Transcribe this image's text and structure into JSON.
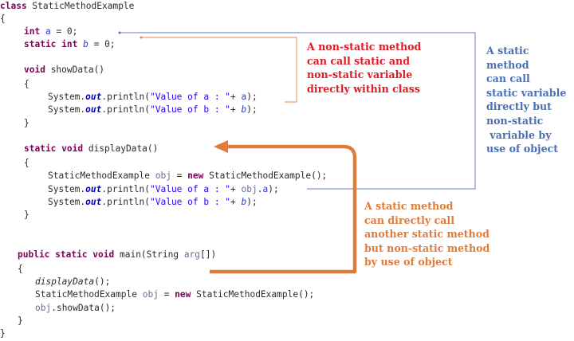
{
  "code": {
    "lines": [
      {
        "indent": "",
        "text": "class StaticMethodExample"
      },
      {
        "indent": "",
        "text": "{"
      },
      {
        "indent": "    ",
        "text": "int a = 0;"
      },
      {
        "indent": "    ",
        "text": "static int b = 0;"
      },
      {
        "indent": "",
        "text": ""
      },
      {
        "indent": "    ",
        "text": "void showData()"
      },
      {
        "indent": "    ",
        "text": "{"
      },
      {
        "indent": "        ",
        "text": "System.out.println(\"Value of a : \"+ a);"
      },
      {
        "indent": "        ",
        "text": "System.out.println(\"Value of b : \"+ b);"
      },
      {
        "indent": "    ",
        "text": "}"
      },
      {
        "indent": "",
        "text": ""
      },
      {
        "indent": "    ",
        "text": "static void displayData()"
      },
      {
        "indent": "    ",
        "text": "{"
      },
      {
        "indent": "        ",
        "text": "StaticMethodExample obj = new StaticMethodExample();"
      },
      {
        "indent": "        ",
        "text": "System.out.println(\"Value of a : \"+ obj.a);"
      },
      {
        "indent": "        ",
        "text": "System.out.println(\"Value of b : \"+ b);"
      },
      {
        "indent": "    ",
        "text": "}"
      },
      {
        "indent": "",
        "text": ""
      },
      {
        "indent": "",
        "text": ""
      },
      {
        "indent": "   ",
        "text": "public static void main(String arg[])"
      },
      {
        "indent": "   ",
        "text": "{"
      },
      {
        "indent": "      ",
        "text": "displayData();"
      },
      {
        "indent": "      ",
        "text": "StaticMethodExample obj = new StaticMethodExample();"
      },
      {
        "indent": "      ",
        "text": "obj.showData();"
      },
      {
        "indent": "   ",
        "text": "}"
      },
      {
        "indent": "",
        "text": "}"
      }
    ]
  },
  "annotations": {
    "non_static_note": "A non-static method\ncan call static and\nnon-static variable\ndirectly within class",
    "static_var_note": "A static\nmethod\ncan call\nstatic variable\ndirectly but\nnon-static\n variable by\nuse of object",
    "static_method_note": "A static method\ncan directly call\nanother static method\nbut non-static method\nby use of object"
  },
  "colors": {
    "red_note": "#e01b24",
    "blue_note": "#4a6fb5",
    "orange_note": "#e07b39",
    "blue_line": "#7f96c8",
    "orange_line": "#e8a070",
    "orange_arrow": "#e07b39"
  }
}
